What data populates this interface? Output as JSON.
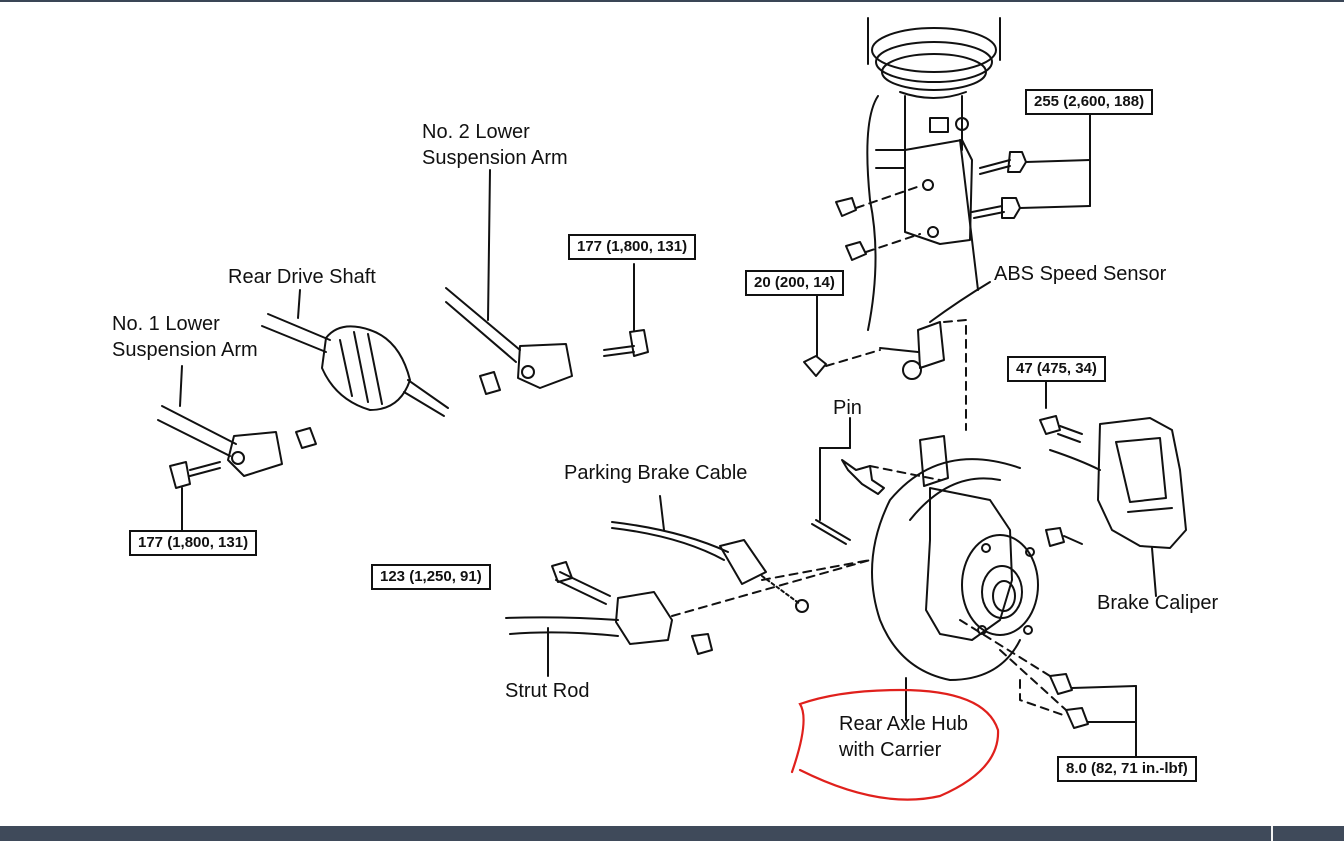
{
  "labels": {
    "no2_lower_arm_1": "No. 2 Lower",
    "no2_lower_arm_2": "Suspension Arm",
    "rear_drive_shaft": "Rear Drive Shaft",
    "no1_lower_arm_1": "No. 1 Lower",
    "no1_lower_arm_2": "Suspension Arm",
    "abs_speed_sensor": "ABS Speed Sensor",
    "pin": "Pin",
    "parking_brake_cable": "Parking Brake Cable",
    "brake_caliper": "Brake Caliper",
    "strut_rod": "Strut Rod",
    "rear_axle_hub_1": "Rear Axle Hub",
    "rear_axle_hub_2": "with Carrier"
  },
  "torque_specs": {
    "strut_bolts": "255 (2,600, 188)",
    "no2_arm_bolt": "177 (1,800, 131)",
    "abs_sensor_bolt": "20 (200, 14)",
    "caliper_bolt": "47 (475, 34)",
    "no1_arm_bolt": "177 (1,800, 131)",
    "strut_rod_bolt": "123 (1,250, 91)",
    "backing_plate_bolts": "8.0 (82, 71 in.-lbf)"
  },
  "colors": {
    "highlight": "#e0201c",
    "bar": "#3f4a5a",
    "ink": "#111111"
  }
}
